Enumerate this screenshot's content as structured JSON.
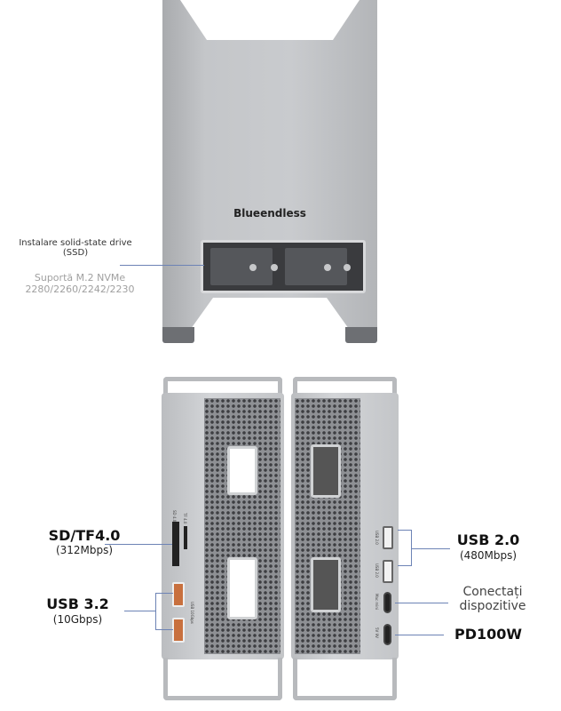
{
  "product": {
    "brand": "Blueendless",
    "port_prints": {
      "sd": "SD 4.0",
      "tf": "TF 4.0",
      "usb3": "USB 10Gbps",
      "usb2_a": "USB 2.0",
      "usb2_b": "USB 2.0",
      "mac": "Mac mini",
      "pd": "5V 9V"
    }
  },
  "callouts": {
    "ssd": {
      "title": "Instalare solid-state drive (SSD)",
      "support": "Suportă M.2 NVMe 2280/2260/2242/2230"
    },
    "sd": {
      "title": "SD/TF4.0",
      "speed": "(312Mbps)"
    },
    "usb3": {
      "title": "USB 3.2",
      "speed": "(10Gbps)"
    },
    "usb2": {
      "title": "USB 2.0",
      "speed": "(480Mbps)"
    },
    "connect": {
      "title": "Conectați dispozitive"
    },
    "pd": {
      "title": "PD100W"
    }
  },
  "colors": {
    "callout_line": "#6d83b5",
    "usb3_port": "#c8703e"
  }
}
